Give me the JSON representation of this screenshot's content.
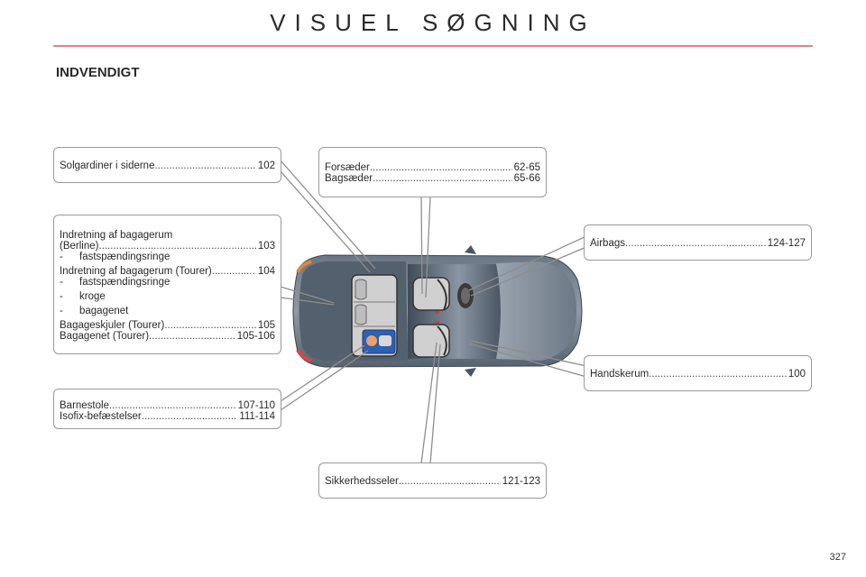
{
  "header": {
    "title": "VISUEL SØGNING",
    "rule_color": "#e8808c"
  },
  "section": {
    "title": "INDVENDIGT"
  },
  "callouts": {
    "solgardiner": {
      "rows": [
        {
          "label": "Solgardiner i siderne",
          "page": "102"
        }
      ]
    },
    "bagagerum": {
      "items": [
        {
          "label": "Indretning af bagagerum"
        },
        {
          "label": "(Berline)",
          "page": "103"
        },
        {
          "sub": "fastspændingsringe"
        },
        {
          "label": "Indretning af bagagerum (Tourer)",
          "page": "104"
        },
        {
          "sub": "fastspændingsringe"
        },
        {
          "sub": "kroge"
        },
        {
          "sub": "bagagenet"
        },
        {
          "label": "Bagageskjuler (Tourer)",
          "page": "105"
        },
        {
          "label": "Bagagenet (Tourer)",
          "page": "105-106"
        }
      ]
    },
    "barnestole": {
      "rows": [
        {
          "label": "Barnestole",
          "page": "107-110"
        },
        {
          "label": "Isofix-befæstelser",
          "page": "111-114"
        }
      ]
    },
    "saeder": {
      "rows": [
        {
          "label": "Forsæder",
          "page": "62-65"
        },
        {
          "label": "Bagsæder",
          "page": "65-66"
        }
      ]
    },
    "airbags": {
      "rows": [
        {
          "label": "Airbags",
          "page": "124-127"
        }
      ]
    },
    "handskerum": {
      "rows": [
        {
          "label": "Handskerum",
          "page": "100"
        }
      ]
    },
    "sikkerhedsseler": {
      "rows": [
        {
          "label": "Sikkerhedsseler",
          "page": "121-123"
        }
      ]
    }
  },
  "illustration": {
    "subject": "car-interior-top-view",
    "body_color": "#4d5a68",
    "seat_color": "#d0d0d0",
    "child_seat_color": "#2f5fb0"
  },
  "footer": {
    "page_number": "327",
    "dash": "-"
  }
}
